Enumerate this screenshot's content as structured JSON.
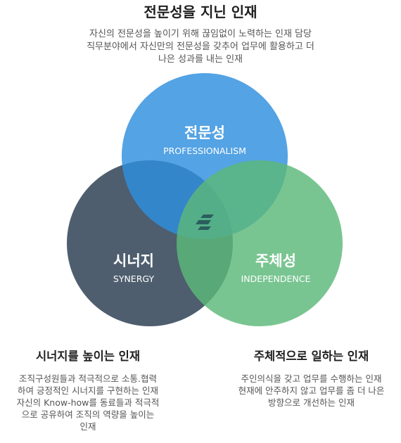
{
  "header": {
    "title": "전문성을 지닌 인재",
    "description_lines": [
      "자신의 전문성을 높이기 위해 끊임없이 노력하는 인재 담당",
      "직무분야에서 자신만의 전문성을 갖추어 업무에 활용하고 더",
      "나은 성과를 내는 인재"
    ]
  },
  "circles": {
    "professionalism": {
      "label_ko": "전문성",
      "label_en": "PROFESSIONALISM",
      "color": "#2e8fde"
    },
    "synergy": {
      "label_ko": "시너지",
      "label_en": "SYNERGY",
      "color": "#445566"
    },
    "independence": {
      "label_ko": "주체성",
      "label_en": "INDEPENDENCE",
      "color": "#5cb879"
    }
  },
  "center_logo": {
    "icon": "company-logo-icon",
    "color": "#2b5f5e"
  },
  "synergy_block": {
    "title": "시너지를 높이는 인재",
    "description_lines": [
      "조직구성원들과 적극적으로 소통.협력",
      "하여 긍정적인 시너지를 구현하는 인재",
      "자신의 Know-how를 동료들과 적극적",
      "으로 공유하여 조직의 역량을 높이는",
      "인재"
    ]
  },
  "independence_block": {
    "title": "주체적으로 일하는 인재",
    "description_lines": [
      "주인의식을 갖고 업무를 수행하는 인재",
      "현재에 안주하지 않고 업무를 좀 더 나은",
      "방향으로 개선하는 인재"
    ]
  }
}
